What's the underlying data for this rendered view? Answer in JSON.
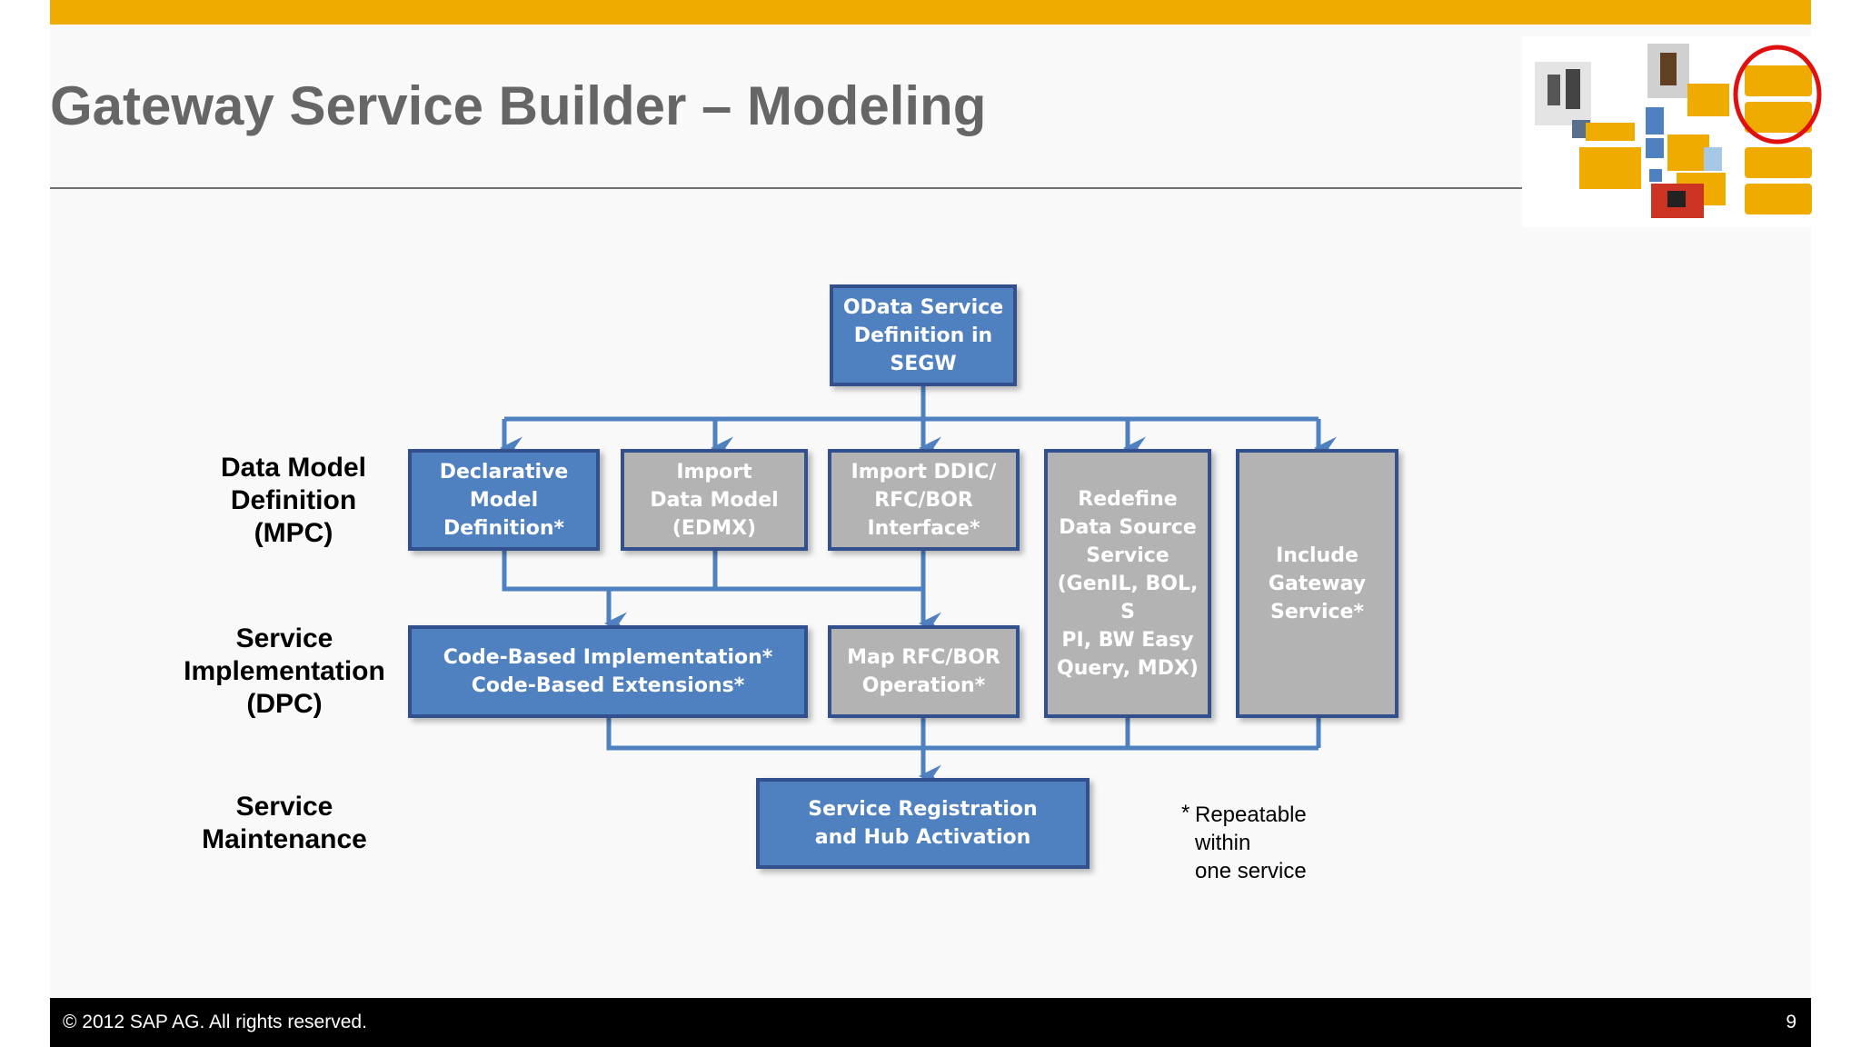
{
  "slide": {
    "title": "Gateway Service Builder – Modeling",
    "page_number": "9",
    "footer": "©  2012 SAP AG. All rights reserved."
  },
  "row_labels": {
    "mpc": "Data Model\nDefinition\n(MPC)",
    "dpc": "Service\nImplementation\n(DPC)",
    "maintenance": "Service\nMaintenance"
  },
  "boxes": {
    "odata": "OData Service\nDefinition in\nSEGW",
    "declarative": "Declarative\nModel\nDefinition*",
    "import_edmx": "Import\nData Model\n(EDMX)",
    "import_ddic": "Import DDIC/\nRFC/BOR\nInterface*",
    "redefine": "Redefine\nData Source\nService\n(GenIL, BOL, S\nPI, BW Easy\nQuery, MDX)",
    "include": "Include\nGateway\nService*",
    "code_based": "Code-Based Implementation*\nCode-Based Extensions*",
    "map_rfc": "Map RFC/BOR\nOperation*",
    "registration": "Service Registration\nand Hub Activation"
  },
  "footnote": {
    "star": "*",
    "text": "Repeatable\nwithin\none service"
  },
  "colors": {
    "accent_bar": "#f0ab00",
    "box_blue": "#4f80bf",
    "box_gray": "#b3b3b3",
    "box_border": "#32508e",
    "connector": "#4f80bf"
  }
}
